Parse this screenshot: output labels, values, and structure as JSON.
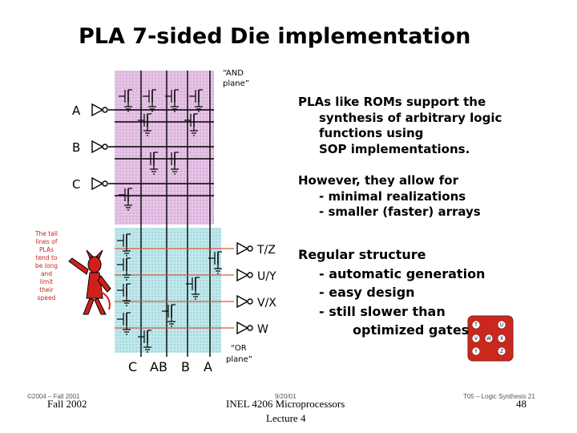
{
  "slide": {
    "title": "PLA 7-sided Die implementation",
    "and_plane_label": [
      "“AND",
      "plane”"
    ],
    "or_plane_label": [
      "“OR",
      "plane”"
    ],
    "inputs": [
      "A",
      "B",
      "C"
    ],
    "outputs": [
      "T/Z",
      "U/Y",
      "V/X",
      "W"
    ],
    "bottom_labels": [
      "C",
      "AB",
      "B",
      "A"
    ],
    "annotation": [
      "The tall",
      "lines of",
      "PLAs",
      "tend to",
      "be long",
      "and",
      "limit",
      "their",
      "speed"
    ],
    "die_dots": [
      "T",
      "U",
      "V",
      "W",
      "X",
      "Y",
      "Z"
    ],
    "points": {
      "p1": [
        "PLAs like ROMs support the",
        "synthesis of arbitrary logic",
        "functions using",
        "SOP implementations."
      ],
      "p2_head": "However, they allow for",
      "p2_items": [
        "-  minimal realizations",
        "-  smaller (faster) arrays"
      ],
      "p3_head": "Regular structure",
      "p3_items": [
        "- automatic generation",
        "- easy design",
        "- still slower than"
      ],
      "p3_cont": "optimized gates"
    }
  },
  "footer": {
    "left": "Fall 2002",
    "center1": "INEL 4206 Microprocessors",
    "center2": "Lecture 4",
    "page": "48",
    "ghost_left": "©2004 – Fall 2001",
    "ghost_center": "9/20/01",
    "ghost_right": "T05 – Logic Synthesis  21"
  },
  "colors": {
    "and_plane": "#e6c3e6",
    "or_plane": "#bfe8ec",
    "or_lines": "#d85a3a",
    "die": "#c8281e",
    "wire": "#000000"
  }
}
